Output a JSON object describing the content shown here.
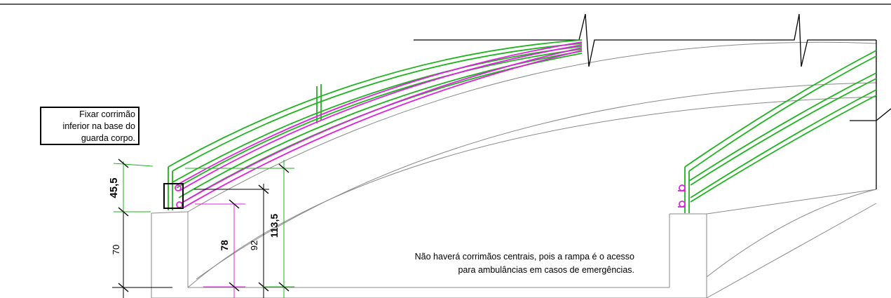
{
  "callout": {
    "lines": [
      "Fixar corrimão",
      "inferior na base do",
      "guarda corpo."
    ]
  },
  "note": {
    "lines": [
      "Não haverá corrimãos centrais, pois a rampa é o acesso",
      "para ambulâncias em casos de emergências."
    ]
  },
  "dimensions": {
    "d_45_5": "45,5",
    "d_70": "70",
    "d_78": "78",
    "d_92": "92",
    "d_113_5": "113,5"
  },
  "colors": {
    "railing": "#1fb31f",
    "handrail": "#e020e0",
    "structure": "#808080",
    "linework": "#000000"
  }
}
